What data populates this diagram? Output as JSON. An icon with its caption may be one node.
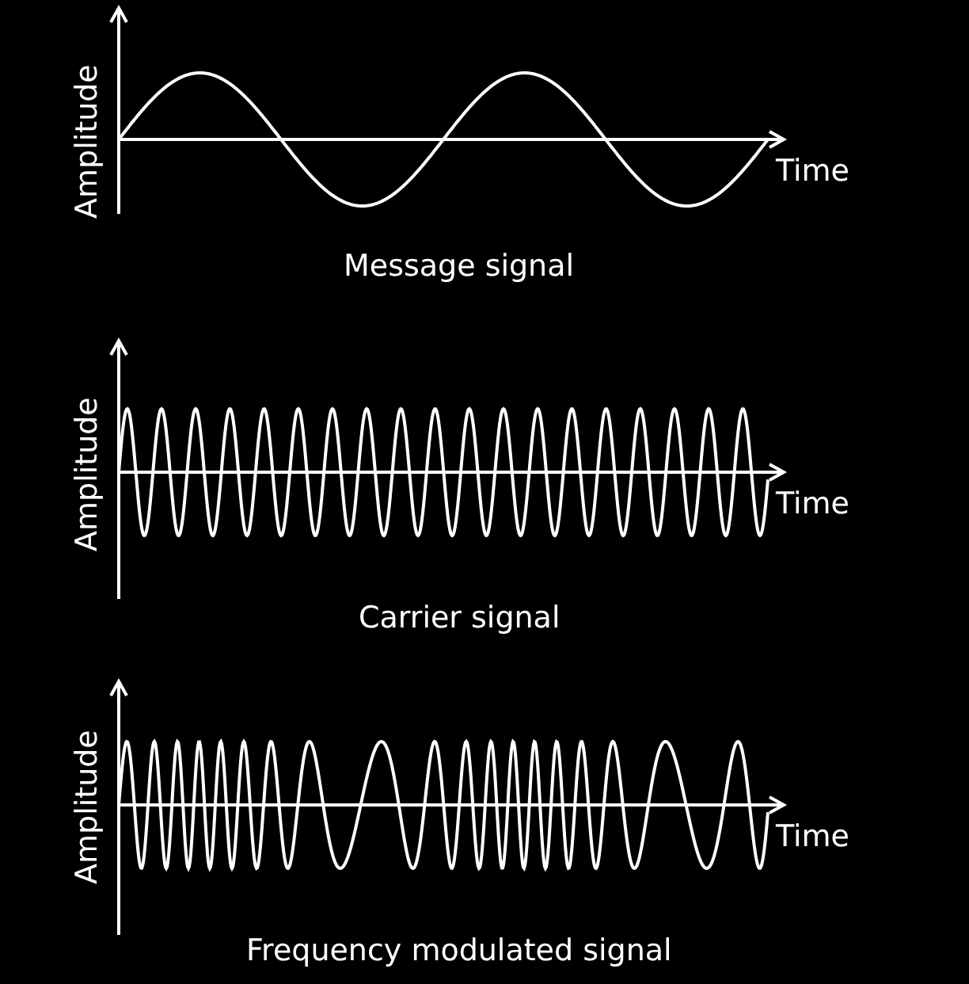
{
  "diagram": {
    "labels": [
      "Amplitude",
      "Time",
      "Message signal",
      "Amplitude",
      "Time",
      "Carrier signal",
      "Amplitude",
      "Time",
      "Frequency modulated signal"
    ]
  }
}
